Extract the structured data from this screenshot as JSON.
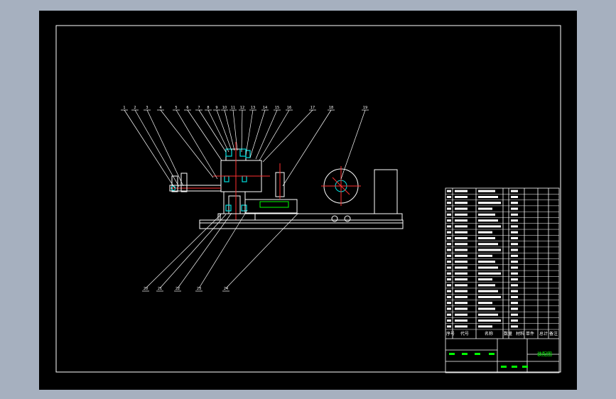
{
  "app": {
    "title": ""
  },
  "colors": {
    "background": "#000000",
    "frame": "#ffffff",
    "leader": "#ffffff",
    "part_outline": "#ffffff",
    "accent": "#00e0e0",
    "axis": "#ff3030",
    "note": "#00ff00",
    "window": "#a6b0bf"
  },
  "balloons_top": [
    "1",
    "2",
    "3",
    "4",
    "5",
    "6",
    "7",
    "8",
    "9",
    "10",
    "11",
    "12",
    "13",
    "14",
    "15",
    "16",
    "17",
    "18",
    "19"
  ],
  "balloons_bottom": [
    "20",
    "21",
    "22",
    "23",
    "24"
  ],
  "bom": {
    "header": [
      "序号",
      "代号",
      "名称",
      "数量",
      "材料",
      "单件",
      "总计",
      "备注"
    ],
    "row_count": 24
  },
  "title_block": {
    "drawing_title": "装配图"
  }
}
